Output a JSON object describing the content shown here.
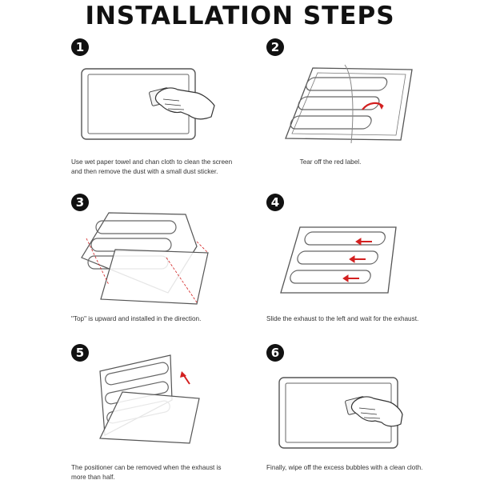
{
  "title": "INSTALLATION STEPS",
  "steps": [
    {
      "number": "1",
      "caption": "Use wet paper towel and chan cloth to clean the screen and then remove the dust with a small dust sticker."
    },
    {
      "number": "2",
      "caption": "Tear off the red label."
    },
    {
      "number": "3",
      "caption": "\"Top\" is upward and installed in the direction."
    },
    {
      "number": "4",
      "caption": "Slide the exhaust to the left and wait for the exhaust."
    },
    {
      "number": "5",
      "caption": "The positioner can be removed when the exhaust is more than half."
    },
    {
      "number": "6",
      "caption": "Finally, wipe off the excess bubbles with a clean cloth."
    }
  ],
  "colors": {
    "arrow": "#d32020",
    "line": "#555555",
    "number_bg": "#111111"
  }
}
